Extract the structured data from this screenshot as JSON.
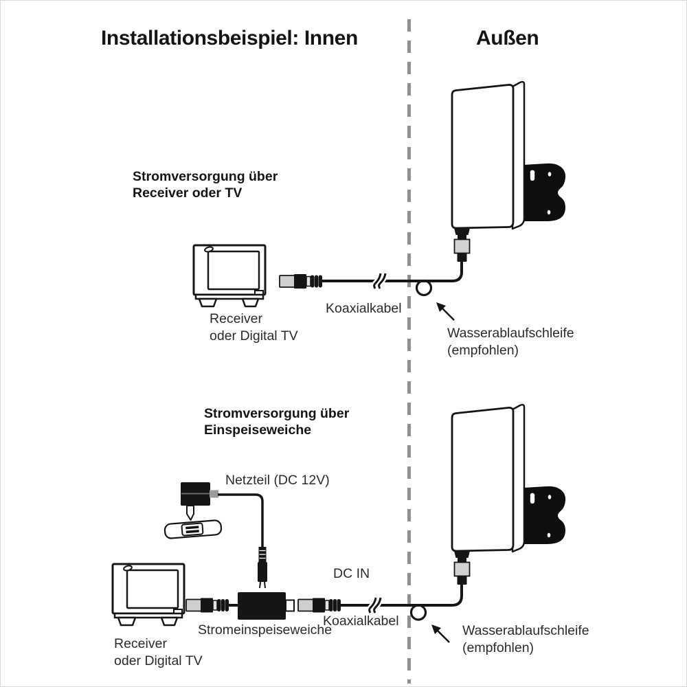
{
  "page": {
    "title_left": "Installationsbeispiel: Innen",
    "title_right": "Außen"
  },
  "colors": {
    "line": "#151515",
    "divider_gray": "#8f8f8f",
    "connector_gray": "#d2d2d2",
    "bracket_black": "#0e0e0e"
  },
  "section1": {
    "heading": {
      "line1": "Stromversorgung über",
      "line2": "Receiver oder TV"
    },
    "receiver_label": {
      "line1": "Receiver",
      "line2": "oder Digital TV"
    },
    "cable_label": "Koaxialkabel",
    "drip_label": {
      "line1": "Wasserablaufschleife",
      "line2": "(empfohlen)"
    }
  },
  "section2": {
    "heading": {
      "line1": "Stromversorgung über",
      "line2": "Einspeiseweiche"
    },
    "power_supply_label": "Netzteil (DC 12V)",
    "dc_in_label": "DC IN",
    "inserter_label": "Stromeinspeiseweiche",
    "receiver_label": {
      "line1": "Receiver",
      "line2": "oder Digital TV"
    },
    "cable_label": "Koaxialkabel",
    "drip_label": {
      "line1": "Wasserablaufschleife",
      "line2": "(empfohlen)"
    }
  }
}
